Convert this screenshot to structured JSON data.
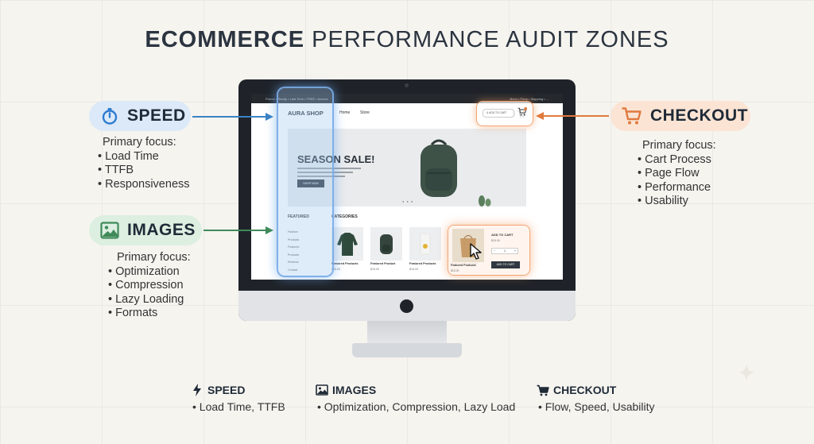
{
  "title": {
    "bold": "ECOMMERCE",
    "rest": "PERFORMANCE AUDIT ZONES"
  },
  "zones": {
    "speed": {
      "label": "SPEED",
      "icon": "stopwatch-icon",
      "color": "#3b82c4",
      "focus_title": "Primary focus:",
      "items": [
        "Load Time",
        "TTFB",
        "Responsiveness"
      ]
    },
    "images": {
      "label": "IMAGES",
      "icon": "image-icon",
      "color": "#3f8a5a",
      "focus_title": "Primary focus:",
      "items": [
        "Optimization",
        "Compression",
        "Lazy Loading",
        "Formats"
      ]
    },
    "checkout": {
      "label": "CHECKOUT",
      "icon": "cart-icon",
      "color": "#e07a3e",
      "focus_title": "Primary focus:",
      "items": [
        "Cart Process",
        "Page Flow",
        "Performance",
        "Usability"
      ]
    }
  },
  "mockup": {
    "topbar_left": "Promo • Ready • Last Time • FREE • Access",
    "topbar_right": "Bnnu • Ponp • Slapping • ...",
    "logo": "AURA SHOP",
    "nav": [
      "Home",
      "Store"
    ],
    "search_label": "ADD TO CART",
    "hero_title": "SEASON SALE!",
    "hero_button": "SHOP NOW",
    "featured_heading": "FEATURED",
    "categories_heading": "CATEGORIES",
    "category_links": [
      "Fashion",
      "Products",
      "Featured",
      "Products",
      "Reviews",
      "Contact"
    ],
    "products": [
      {
        "name": "Featured Products",
        "price": "$15.00"
      },
      {
        "name": "Featured Product",
        "price": "$15.00"
      },
      {
        "name": "Featured Products",
        "price": "$15.00"
      },
      {
        "name": "Featured Products",
        "price": "$15.00"
      }
    ],
    "add_to_cart_title": "ADD TO CART",
    "add_to_cart_price": "$15.00",
    "qty": "1",
    "add_to_cart_button": "ADD TO CART"
  },
  "legend": [
    {
      "label": "SPEED",
      "icon": "lightning-icon",
      "desc": "• Load Time, TTFB"
    },
    {
      "label": "IMAGES",
      "icon": "image-icon",
      "desc": "• Optimization, Compression, Lazy Load"
    },
    {
      "label": "CHECKOUT",
      "icon": "cart-icon",
      "desc": "• Flow, Speed, Usability"
    }
  ]
}
